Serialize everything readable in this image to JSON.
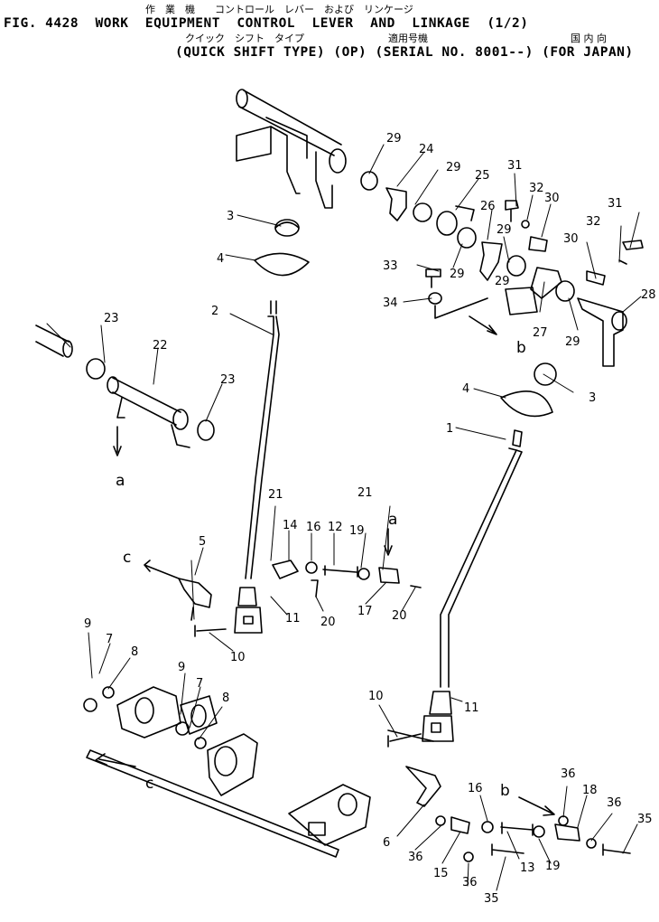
{
  "header": {
    "title_jp": "作　業　機　　コントロール　レバー　および　リンケージ",
    "title_line1": "FIG. 4428  WORK  EQUIPMENT  CONTROL  LEVER  AND  LINKAGE  (1/2)",
    "subtitle_jp_type": "クイック　シフト　タイプ",
    "subtitle_jp_serial": "適用号機",
    "subtitle_jp_market": "国 内 向",
    "title_line2": "(QUICK SHIFT TYPE) (OP) (SERIAL NO. 8001--) (FOR JAPAN)"
  },
  "callouts": [
    "1",
    "2",
    "3",
    "3",
    "4",
    "4",
    "5",
    "6",
    "7",
    "7",
    "8",
    "8",
    "9",
    "9",
    "10",
    "10",
    "11",
    "11",
    "12",
    "13",
    "14",
    "15",
    "16",
    "16",
    "17",
    "18",
    "19",
    "19",
    "20",
    "20",
    "21",
    "21",
    "22",
    "23",
    "23",
    "24",
    "25",
    "26",
    "27",
    "28",
    "29",
    "29",
    "29",
    "29",
    "29",
    "29",
    "30",
    "30",
    "31",
    "31",
    "32",
    "32",
    "33",
    "34",
    "35",
    "35",
    "36",
    "36",
    "36",
    "36"
  ],
  "arrow_refs": {
    "a": "a",
    "b": "b",
    "c": "c"
  }
}
